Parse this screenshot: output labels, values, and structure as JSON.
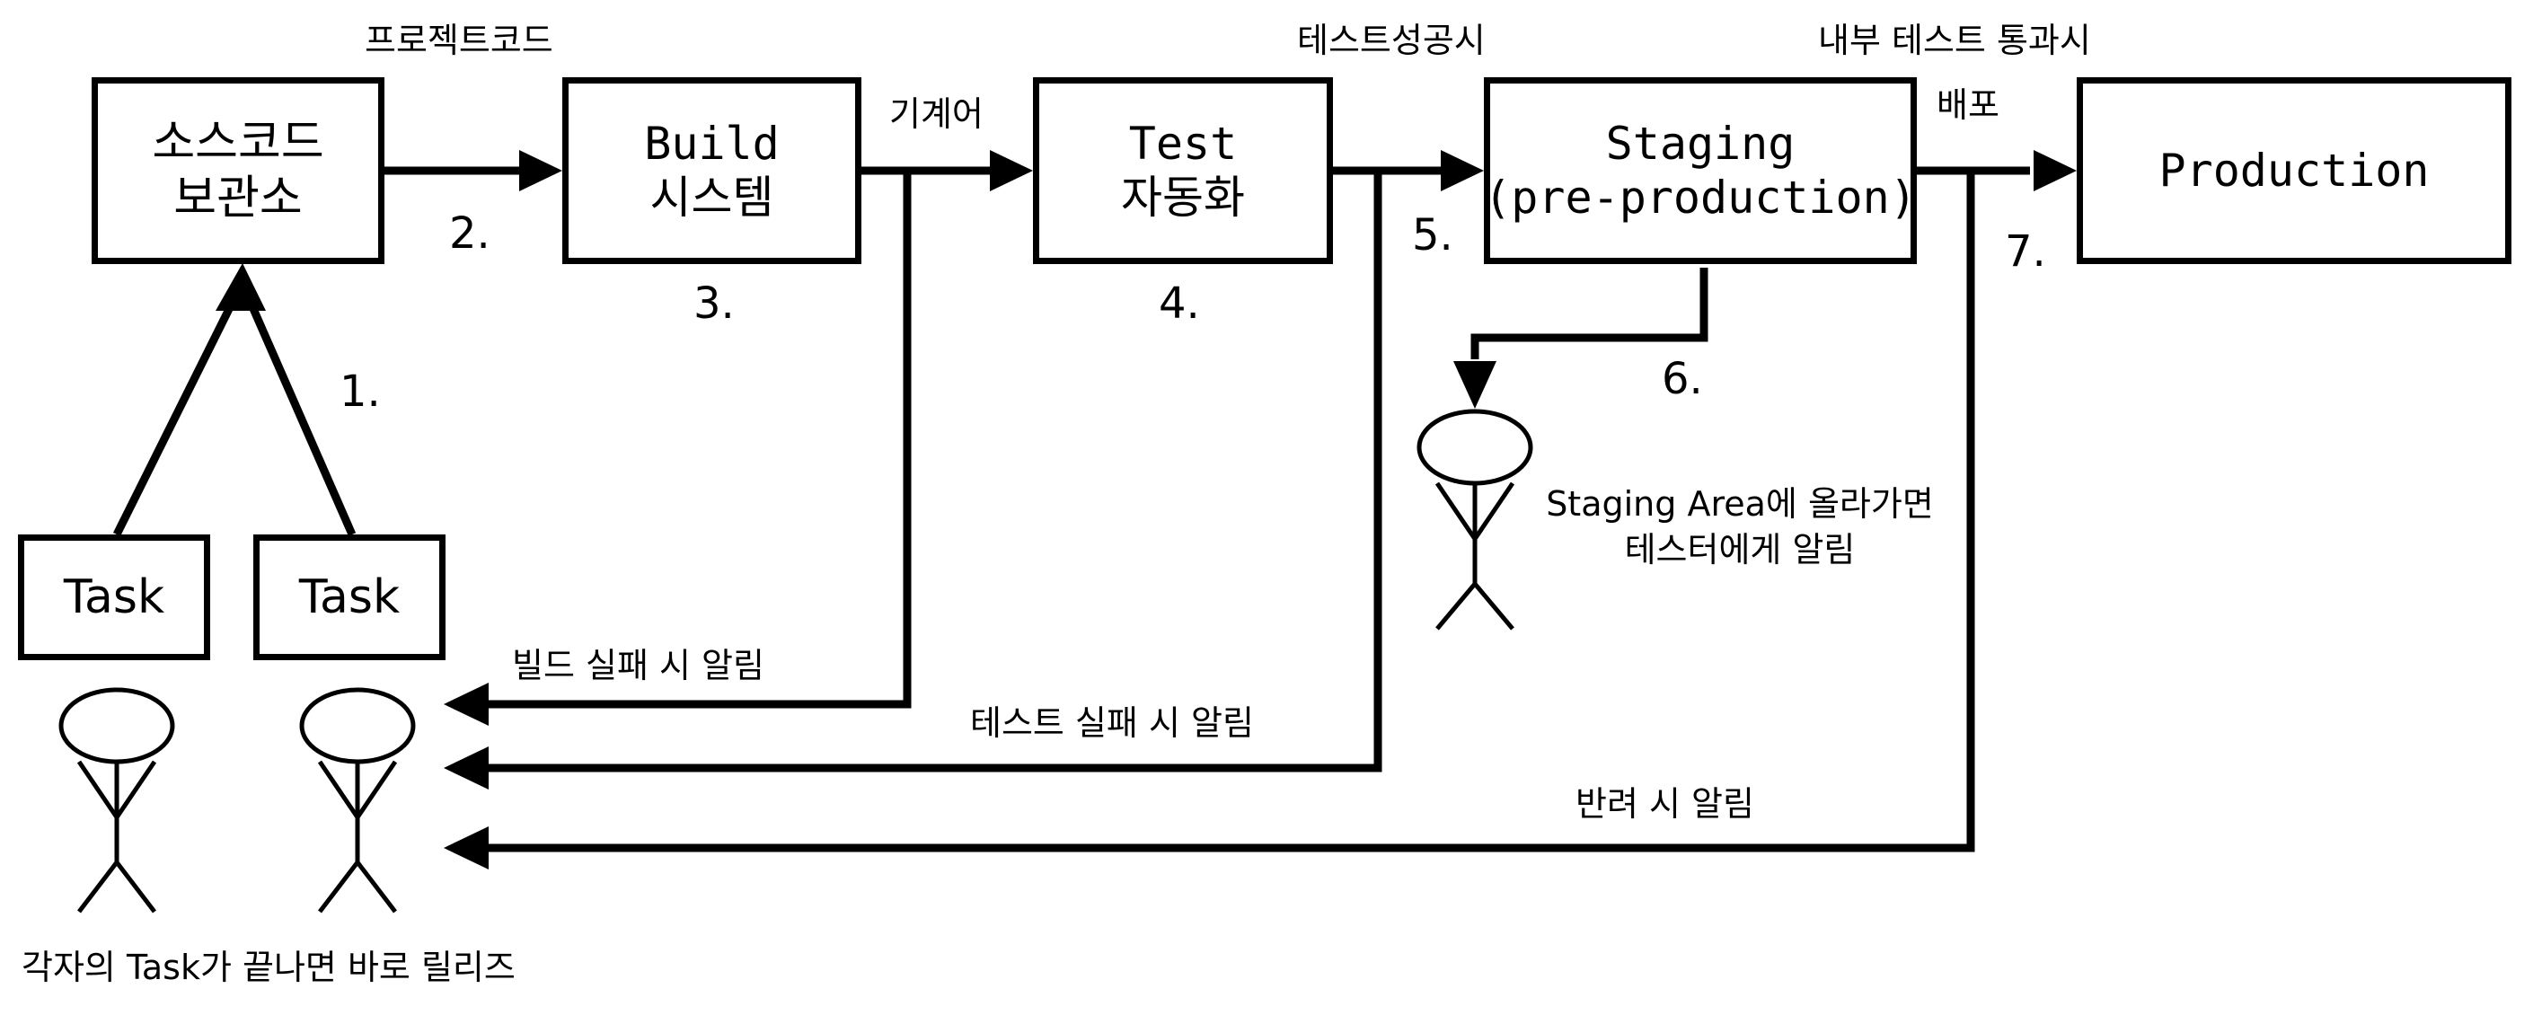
{
  "boxes": {
    "repo": [
      "소스코드",
      "보관소"
    ],
    "build": [
      "Build",
      "시스템"
    ],
    "test": [
      "Test",
      "자동화"
    ],
    "staging": [
      "Staging",
      "(pre-production)"
    ],
    "production": [
      "Production"
    ],
    "task1": [
      "Task"
    ],
    "task2": [
      "Task"
    ]
  },
  "edge_labels": {
    "project_code": "프로젝트코드",
    "machine_code": "기계어",
    "test_success": "테스트성공시",
    "internal_test_pass": "내부 테스트 통과시",
    "deploy": "배포",
    "build_fail": "빌드 실패 시 알림",
    "test_fail": "테스트 실패 시 알림",
    "reject": "반려 시 알림"
  },
  "steps": {
    "s1": "1.",
    "s2": "2.",
    "s3": "3.",
    "s4": "4.",
    "s5": "5.",
    "s6": "6.",
    "s7": "7."
  },
  "notes": {
    "tester": [
      "Staging Area에 올라가면",
      "테스터에게 알림"
    ],
    "developers": "각자의 Task가 끝나면 바로 릴리즈"
  }
}
